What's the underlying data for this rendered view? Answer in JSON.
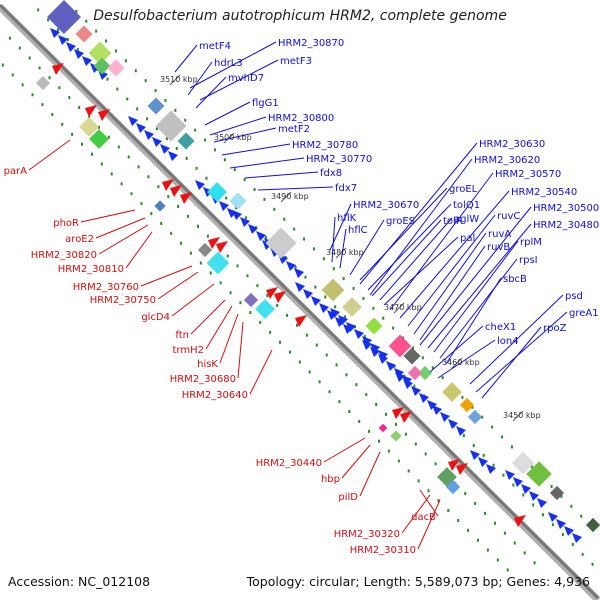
{
  "title": "Desulfobacterium autotrophicum HRM2, complete genome",
  "footer": {
    "accession": "Accession: NC_012108",
    "topology": "Topology: circular; Length: 5,589,073 bp; Genes: 4,936"
  },
  "kbp_labels": [
    "3510 kbp",
    "3500 kbp",
    "3490 kbp",
    "3480 kbp",
    "3470 kbp",
    "3460 kbp",
    "3450 kbp"
  ],
  "forward_genes": [
    "metF4",
    "HRM2_30870",
    "hdrL3",
    "metF3",
    "mvhD7",
    "flgG1",
    "HRM2_30800",
    "metF2",
    "HRM2_30780",
    "HRM2_30770",
    "fdx8",
    "fdx7",
    "HRM2_30670",
    "hflK",
    "hflC",
    "groES",
    "groEL",
    "tolQ1",
    "tolR",
    "aglW",
    "pal",
    "HRM2_30630",
    "HRM2_30620",
    "HRM2_30570",
    "HRM2_30540",
    "ruvC",
    "ruvA",
    "ruvB",
    "HRM2_30500",
    "HRM2_30480",
    "rplM",
    "rpsI",
    "sbcB",
    "cheX1",
    "lon4",
    "psd",
    "greA1",
    "rpoZ"
  ],
  "reverse_genes": [
    "parA",
    "phoR",
    "aroE2",
    "HRM2_30820",
    "HRM2_30810",
    "HRM2_30760",
    "HRM2_30750",
    "glcD4",
    "ftn",
    "trmH2",
    "hisK",
    "HRM2_30680",
    "HRM2_30640",
    "HRM2_30440",
    "hbp",
    "pilD",
    "dacB",
    "HRM2_30320",
    "HRM2_30310"
  ],
  "colors": {
    "forward_label": "#1010d0",
    "reverse_label": "#cc1010",
    "forward_arrow": "#1530f0",
    "reverse_arrow": "#ee1111",
    "backbone": "#777777",
    "tick": "#2a8a2a"
  }
}
